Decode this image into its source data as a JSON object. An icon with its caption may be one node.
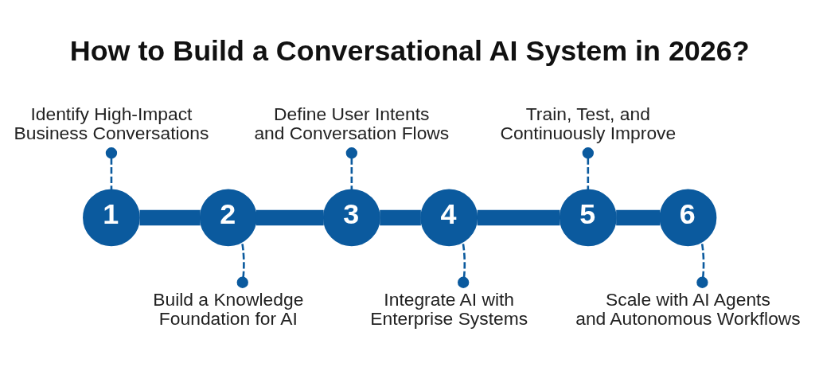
{
  "diagram": {
    "title": "How to Build a Conversational AI System in 2026?",
    "nodes": [
      {
        "text": [
          "1"
        ]
      },
      {
        "text": [
          "2"
        ]
      },
      {
        "text": [
          "3"
        ]
      },
      {
        "text": [
          "4"
        ]
      },
      {
        "text": [
          "5"
        ]
      },
      {
        "text": [
          "6"
        ]
      },
      {
        "text": [
          "Identify High-Impact Business Conversations"
        ]
      },
      {
        "text": [
          "Build a Knowledge Foundation for AI"
        ]
      },
      {
        "text": [
          "Define User Intents and Conversation Flows"
        ]
      },
      {
        "text": [
          "Integrate AI with Enterprise Systems"
        ]
      },
      {
        "text": [
          "Train, Test, and Continuously Improve"
        ]
      },
      {
        "text": [
          "Scale with AI Agents and Autonomous Workflows"
        ]
      }
    ],
    "edges": [
      {
        "from": 0,
        "to": 1,
        "arrow": "none",
        "style": "thick"
      },
      {
        "from": 1,
        "to": 2,
        "arrow": "none",
        "style": "thick"
      },
      {
        "from": 2,
        "to": 3,
        "arrow": "none",
        "style": "thick"
      },
      {
        "from": 3,
        "to": 4,
        "arrow": "none",
        "style": "thick"
      },
      {
        "from": 4,
        "to": 5,
        "arrow": "none",
        "style": "thick"
      },
      {
        "from": 6,
        "to": 0,
        "arrow": "other",
        "style": "dashed"
      },
      {
        "from": 7,
        "to": 1,
        "arrow": "other",
        "style": "dashed"
      },
      {
        "from": 8,
        "to": 2,
        "arrow": "other",
        "style": "dashed"
      },
      {
        "from": 9,
        "to": 3,
        "arrow": "other",
        "style": "dashed"
      },
      {
        "from": 10,
        "to": 4,
        "arrow": "other",
        "style": "dashed"
      },
      {
        "from": 11,
        "to": 5,
        "arrow": "other",
        "style": "dashed"
      }
    ]
  }
}
